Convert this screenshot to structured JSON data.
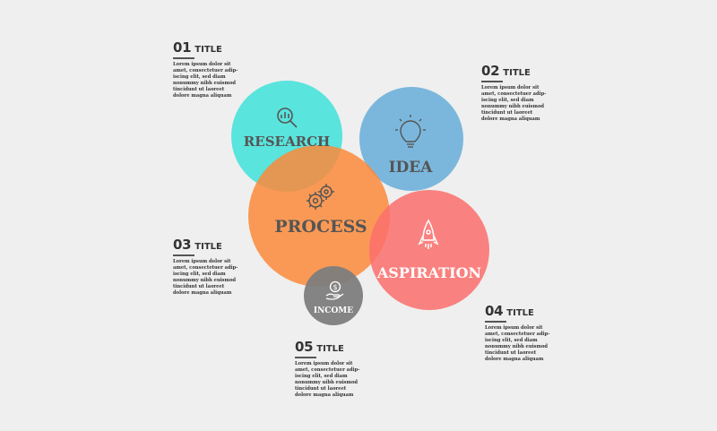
{
  "colors": {
    "background": "#efefef",
    "research": "#3ee2d9",
    "idea": "#66add8",
    "process": "#fb8a3a",
    "aspiration": "#fa6f6c",
    "income": "#7d7d7d",
    "label": "#555555"
  },
  "body_text": "Lorem ipsum dolor sit\namet, consectetuer adip-\niscing elit, sed diam\nnonummy nibh euismod\ntincidunt ut laoreet\ndolore magna aliquam",
  "items": [
    {
      "number": "01",
      "title": "TITLE"
    },
    {
      "number": "02",
      "title": "TITLE"
    },
    {
      "number": "03",
      "title": "TITLE"
    },
    {
      "number": "04",
      "title": "TITLE"
    },
    {
      "number": "05",
      "title": "TITLE"
    }
  ],
  "circles": {
    "research": {
      "label": "RESEARCH",
      "icon": "magnifier-chart-icon"
    },
    "idea": {
      "label": "IDEA",
      "icon": "lightbulb-icon"
    },
    "process": {
      "label": "PROCESS",
      "icon": "gears-icon"
    },
    "aspiration": {
      "label": "ASPIRATION",
      "icon": "rocket-icon"
    },
    "income": {
      "label": "INCOME",
      "icon": "dollar-hand-icon"
    }
  }
}
